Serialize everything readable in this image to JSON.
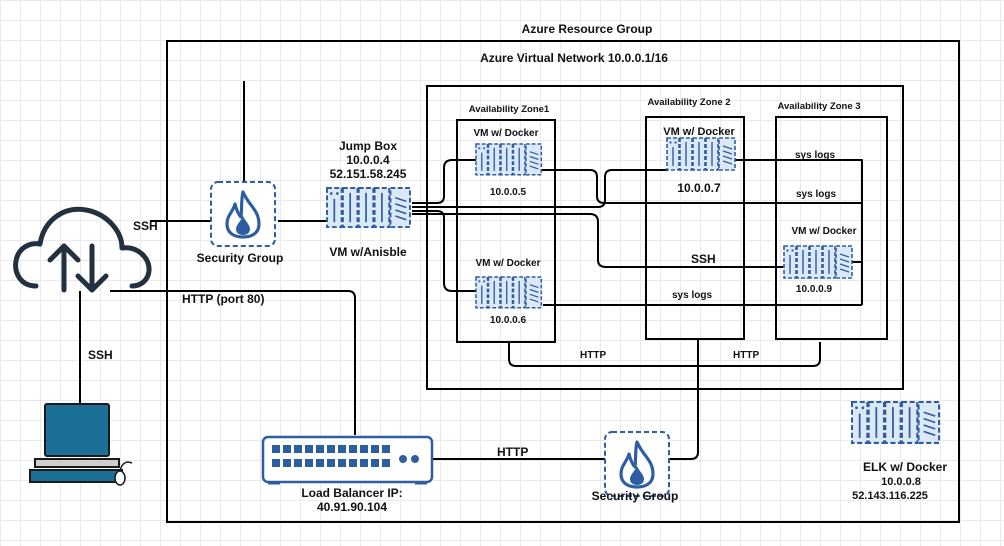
{
  "resource_group": {
    "label": "Azure Resource Group"
  },
  "vnet": {
    "label": "Azure Virtual Network 10.0.0.1/16"
  },
  "zones": [
    {
      "label": "Availability Zone1"
    },
    {
      "label": "Availability Zone 2"
    },
    {
      "label": "Availability Zone 3"
    }
  ],
  "jump_box": {
    "title": "Jump Box",
    "ip_private": "10.0.0.4",
    "ip_public": "52.151.58.245",
    "caption": "VM w/Anisble"
  },
  "vms": [
    {
      "label": "VM w/ Docker",
      "ip": "10.0.0.5"
    },
    {
      "label": "VM w/ Docker",
      "ip": "10.0.0.6"
    },
    {
      "label": "VM w/ Docker",
      "ip": "10.0.0.7"
    },
    {
      "label": "VM w/ Docker",
      "ip": "10.0.0.9"
    }
  ],
  "elk": {
    "label": "ELK w/ Docker",
    "ip_private": "10.0.0.8",
    "ip_public": "52.143.116.225"
  },
  "security_groups": [
    {
      "label": "Security Group"
    },
    {
      "label": "Security Group"
    }
  ],
  "load_balancer": {
    "label": "Load Balancer IP:",
    "ip": "40.91.90.104"
  },
  "connections": {
    "ssh_internet": "SSH",
    "http_port80": "HTTP (port 80)",
    "ssh_workstation": "SSH",
    "ssh_vm9": "SSH",
    "syslogs_1": "sys logs",
    "syslogs_2": "sys logs",
    "syslogs_3": "sys logs",
    "http_zone1": "HTTP",
    "http_zone3": "HTTP",
    "http_lb": "HTTP"
  },
  "icons": [
    "cloud-upload-download-icon",
    "computer-workstation-icon",
    "security-group-icon",
    "server-rack-icon",
    "network-switch-icon"
  ],
  "colors": {
    "server_stroke": "#2e5ea2",
    "server_fill": "#dde8f7",
    "monitor_fill": "#1c6f96",
    "frame": "#000000"
  }
}
